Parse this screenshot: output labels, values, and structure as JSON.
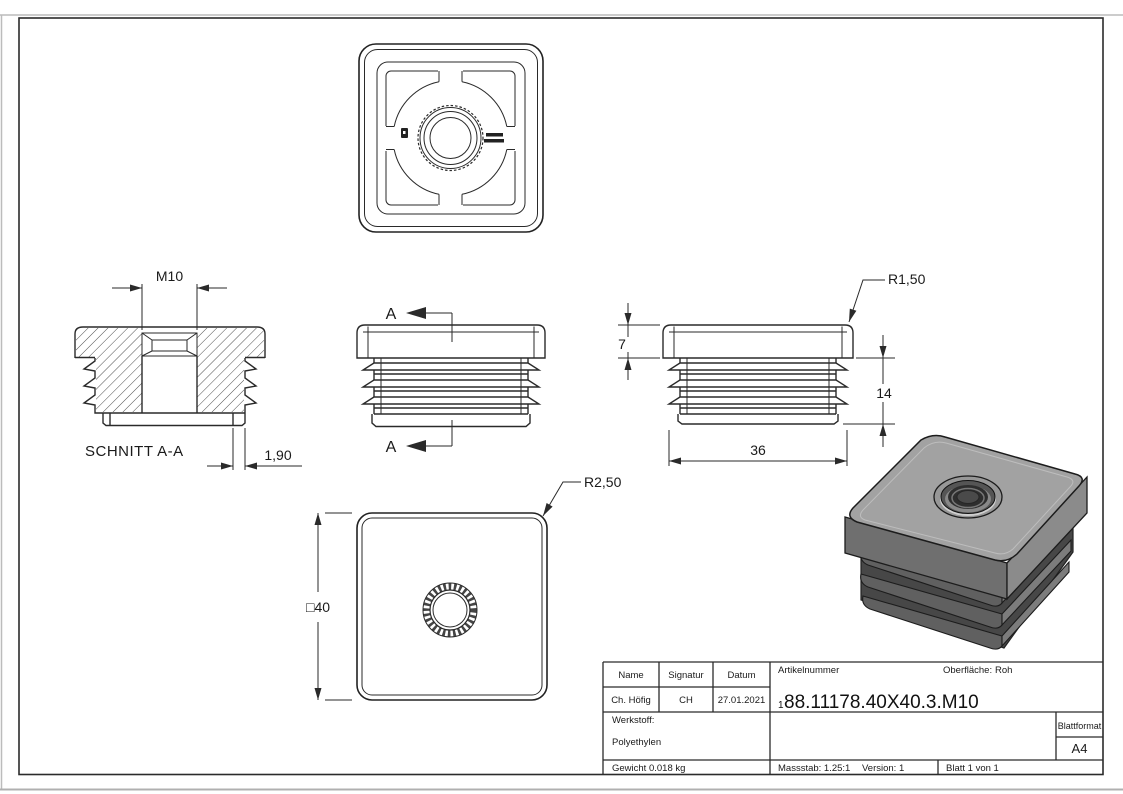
{
  "drawing": {
    "annotations": {
      "thread": "M10",
      "section_label": "SCHNITT A-A",
      "plate_thickness": "1,90",
      "cap_edge_radius": "R1,50",
      "cap_height": "7",
      "insert_height": "14",
      "insert_width": "36",
      "corner_radius": "R2,50",
      "square_size": "□40",
      "section_marker_top": "A",
      "section_marker_bottom": "A"
    },
    "title_block": {
      "name_header": "Name",
      "signatur_header": "Signatur",
      "datum_header": "Datum",
      "name_value": "Ch. Höfig",
      "signatur_value": "CH",
      "datum_value": "27.01.2021",
      "artikelnummer_label": "Artikelnummer",
      "artikelnummer_prefix": "1",
      "artikelnummer_value": "88.11178.40X40.3.M10",
      "oberflaeche_label": "Oberfläche:",
      "oberflaeche_value": "Roh",
      "werkstoff_label": "Werkstoff:",
      "werkstoff_value": "Polyethylen",
      "blattformat_label": "Blattformat",
      "blattformat_value": "A4",
      "gewicht": "Gewicht 0.018 kg",
      "massstab": "Massstab: 1.25:1",
      "version": "Version: 1",
      "blatt": "Blatt 1 von 1"
    },
    "colors": {
      "line": "#2a2a2a",
      "page_edge": "#b8b8b8",
      "render_top": "#a2a2a2",
      "render_left": "#6f6f6f",
      "render_right": "#8b8b8b",
      "render_recess": "#474747"
    }
  }
}
